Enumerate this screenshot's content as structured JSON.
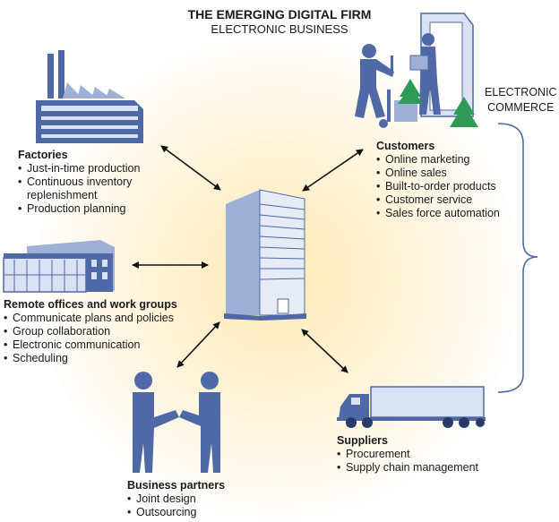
{
  "title": "THE EMERGING DIGITAL FIRM",
  "subtitle": "ELECTRONIC BUSINESS",
  "commerce_label": [
    "ELECTRONIC",
    "COMMERCE"
  ],
  "factories": {
    "heading": "Factories",
    "items": [
      "Just-in-time production",
      "Continuous inventory",
      "replenishment",
      "Production planning"
    ]
  },
  "remote": {
    "heading": "Remote offices and work groups",
    "items": [
      "Communicate plans and policies",
      "Group collaboration",
      "Electronic communication",
      "Scheduling"
    ]
  },
  "partners": {
    "heading": "Business partners",
    "items": [
      "Joint design",
      "Outsourcing"
    ]
  },
  "customers": {
    "heading": "Customers",
    "items": [
      "Online marketing",
      "Online sales",
      "Built-to-order products",
      "Customer service",
      "Sales force automation"
    ]
  },
  "suppliers": {
    "heading": "Suppliers",
    "items": [
      "Procurement",
      "Supply chain management"
    ]
  },
  "colors": {
    "icon_fill": "#4f68a6",
    "icon_light": "#d9e1f2",
    "icon_mid": "#9fb0d6",
    "arrow": "#111111",
    "glow": "#fde9b5",
    "tree": "#2e9a57"
  },
  "icons": [
    "factory-icon",
    "office-building-icon",
    "central-building-icon",
    "handshake-icon",
    "delivery-person-icon",
    "truck-icon"
  ]
}
